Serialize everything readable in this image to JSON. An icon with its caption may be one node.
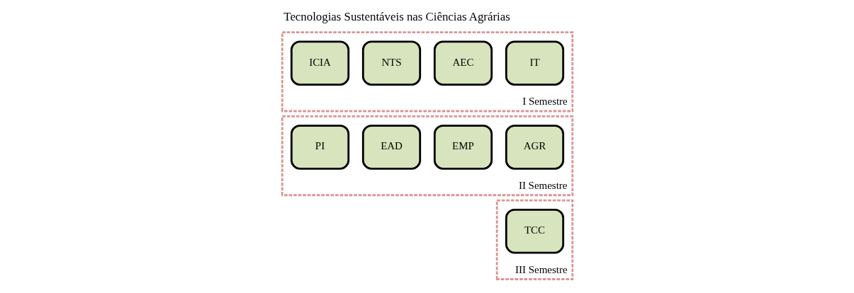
{
  "diagram": {
    "title": "Tecnologias Sustentáveis nas Ciências Agrárias",
    "nodes": [
      {
        "text": [
          "I Semestre"
        ]
      },
      {
        "text": [
          "IT"
        ],
        "in": 0
      },
      {
        "text": [
          "AEC"
        ],
        "in": 0
      },
      {
        "text": [
          "NTS"
        ],
        "in": 0
      },
      {
        "text": [
          "ICIA"
        ],
        "in": 0
      },
      {
        "text": [
          "II Semestre"
        ]
      },
      {
        "text": [
          "AGR"
        ],
        "in": 5
      },
      {
        "text": [
          "EMP"
        ],
        "in": 5
      },
      {
        "text": [
          "EAD"
        ],
        "in": 5
      },
      {
        "text": [
          "PI"
        ],
        "in": 5
      },
      {
        "text": [
          "III Semestre"
        ]
      },
      {
        "text": [
          "TCC"
        ],
        "in": 10
      }
    ],
    "edges": []
  }
}
